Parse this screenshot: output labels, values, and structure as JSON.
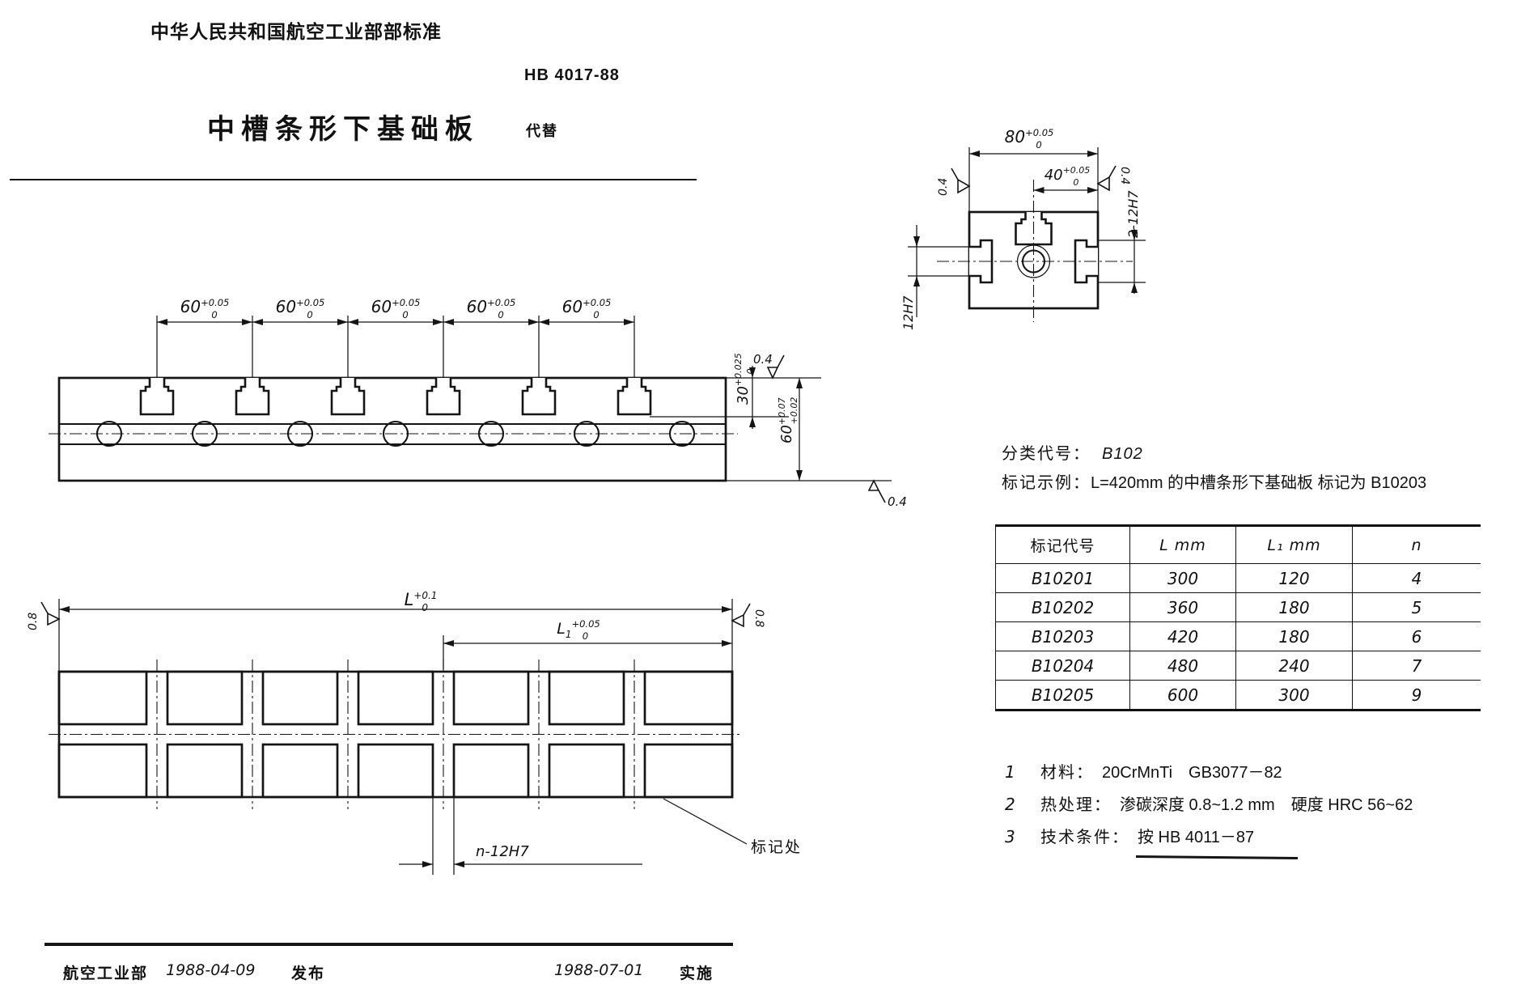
{
  "header": {
    "ministry_standard": "中华人民共和国航空工业部部标准",
    "standard_no": "HB 4017-88",
    "title": "中槽条形下基础板",
    "replaces": "代替"
  },
  "front_view": {
    "pitch": {
      "v": "60",
      "up": "+0.05",
      "dn": "0"
    },
    "slot_depth": {
      "v": "30",
      "up": "+0.025",
      "dn": "0"
    },
    "height": {
      "v": "60",
      "up": "+0.07",
      "dn": "+0.02"
    },
    "roughness_top": "0.4",
    "roughness_bottom": "0.4"
  },
  "section_view": {
    "width": {
      "v": "80",
      "up": "+0.05",
      "dn": "0"
    },
    "half_width": {
      "v": "40",
      "up": "+0.05",
      "dn": "0"
    },
    "roughness_left": "0.4",
    "roughness_right": "0.4",
    "side_slots": "2-12H7",
    "keyway": "12H7"
  },
  "plan_view": {
    "length": {
      "v": "L",
      "up": "+0.1",
      "dn": "0"
    },
    "l1": {
      "v": "L",
      "sub": "1",
      "up": "+0.05",
      "dn": "0"
    },
    "roughness_left": "0.8",
    "roughness_right": "0.8",
    "slot_spec": "n-12H7",
    "mark_location": "标记处"
  },
  "classification": {
    "label": "分类代号：",
    "value": "B102"
  },
  "example": {
    "label": "标记示例：",
    "value": "L=420mm 的中槽条形下基础板  标记为 B10203"
  },
  "table": {
    "headers": {
      "code": "标记代号",
      "l": "L mm",
      "l1": "L₁ mm",
      "n": "n"
    },
    "rows": [
      {
        "code": "B10201",
        "l": "300",
        "l1": "120",
        "n": "4"
      },
      {
        "code": "B10202",
        "l": "360",
        "l1": "180",
        "n": "5"
      },
      {
        "code": "B10203",
        "l": "420",
        "l1": "180",
        "n": "6"
      },
      {
        "code": "B10204",
        "l": "480",
        "l1": "240",
        "n": "7"
      },
      {
        "code": "B10205",
        "l": "600",
        "l1": "300",
        "n": "9"
      }
    ]
  },
  "notes": [
    {
      "no": "1",
      "label": "材料：",
      "text": "20CrMnTi　GB3077－82"
    },
    {
      "no": "2",
      "label": "热处理：",
      "text": "渗碳深度 0.8~1.2 mm　硬度 HRC 56~62"
    },
    {
      "no": "3",
      "label": "技术条件：",
      "text": "按 HB 4011－87"
    }
  ],
  "footer": {
    "org": "航空工业部",
    "publish_date": "1988-04-09",
    "publish": "发布",
    "impl_date": "1988-07-01",
    "implement": "实施"
  }
}
